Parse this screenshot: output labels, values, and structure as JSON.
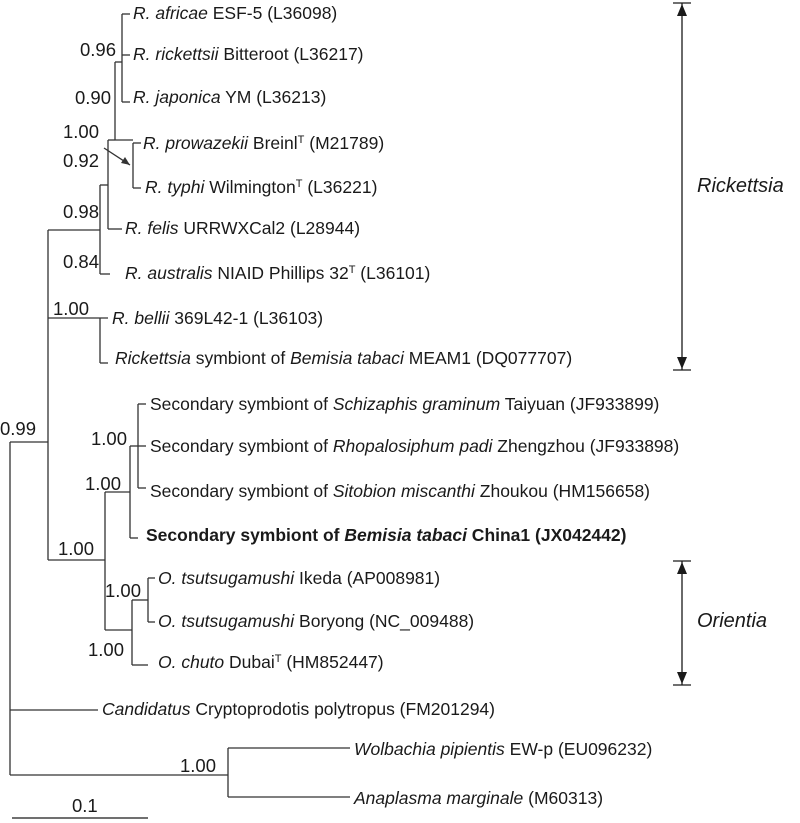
{
  "colors": {
    "line": "#333333",
    "text": "#1a1a1a",
    "background": "#ffffff"
  },
  "taxa": [
    {
      "parts": [
        {
          "t": "R. africae",
          "i": true
        },
        {
          "t": " ESF-5 (L36098)"
        }
      ]
    },
    {
      "parts": [
        {
          "t": "R. rickettsii",
          "i": true
        },
        {
          "t": " Bitteroot (L36217)"
        }
      ]
    },
    {
      "parts": [
        {
          "t": "R. japonica",
          "i": true
        },
        {
          "t": " YM (L36213)"
        }
      ]
    },
    {
      "parts": [
        {
          "t": "R. prowazekii",
          "i": true
        },
        {
          "t": " Breinl"
        },
        {
          "t": "T",
          "sup": true
        },
        {
          "t": " (M21789)"
        }
      ]
    },
    {
      "parts": [
        {
          "t": "R. typhi",
          "i": true
        },
        {
          "t": " Wilmington"
        },
        {
          "t": "T",
          "sup": true
        },
        {
          "t": " (L36221)"
        }
      ]
    },
    {
      "parts": [
        {
          "t": "R. felis",
          "i": true
        },
        {
          "t": " URRWXCal2 (L28944)"
        }
      ]
    },
    {
      "parts": [
        {
          "t": "R. australis",
          "i": true
        },
        {
          "t": " NIAID Phillips 32"
        },
        {
          "t": "T",
          "sup": true
        },
        {
          "t": " (L36101)"
        }
      ]
    },
    {
      "parts": [
        {
          "t": "R. bellii",
          "i": true
        },
        {
          "t": " 369L42-1 (L36103)"
        }
      ]
    },
    {
      "parts": [
        {
          "t": "Rickettsia",
          "i": true
        },
        {
          "t": " symbiont of "
        },
        {
          "t": "Bemisia tabaci",
          "i": true
        },
        {
          "t": " MEAM1 (DQ077707)"
        }
      ]
    },
    {
      "parts": [
        {
          "t": "Secondary symbiont of "
        },
        {
          "t": "Schizaphis graminum",
          "i": true
        },
        {
          "t": " Taiyuan (JF933899)"
        }
      ]
    },
    {
      "parts": [
        {
          "t": "Secondary symbiont of "
        },
        {
          "t": "Rhopalosiphum padi",
          "i": true
        },
        {
          "t": " Zhengzhou (JF933898)"
        }
      ]
    },
    {
      "parts": [
        {
          "t": "Secondary symbiont of "
        },
        {
          "t": "Sitobion miscanthi",
          "i": true
        },
        {
          "t": " Zhoukou (HM156658)"
        }
      ]
    },
    {
      "bold": true,
      "parts": [
        {
          "t": "Secondary symbiont of "
        },
        {
          "t": "Bemisia tabaci",
          "i": true
        },
        {
          "t": " China1 (JX042442)"
        }
      ]
    },
    {
      "parts": [
        {
          "t": "O. tsutsugamushi",
          "i": true
        },
        {
          "t": " Ikeda (AP008981)"
        }
      ]
    },
    {
      "parts": [
        {
          "t": "O. tsutsugamushi",
          "i": true
        },
        {
          "t": " Boryong (NC_009488)"
        }
      ]
    },
    {
      "parts": [
        {
          "t": "O. chuto",
          "i": true
        },
        {
          "t": " Dubai"
        },
        {
          "t": "T",
          "sup": true
        },
        {
          "t": " (HM852447)"
        }
      ]
    },
    {
      "parts": [
        {
          "t": "Candidatus",
          "i": true
        },
        {
          "t": " Cryptoprodotis polytropus (FM201294)"
        }
      ]
    },
    {
      "parts": [
        {
          "t": "Wolbachia pipientis",
          "i": true
        },
        {
          "t": " EW-p (EU096232)"
        }
      ]
    },
    {
      "parts": [
        {
          "t": "Anaplasma marginale",
          "i": true
        },
        {
          "t": " (M60313)"
        }
      ]
    }
  ],
  "supports": [
    "0.96",
    "0.90",
    "1.00",
    "0.92",
    "0.98",
    "0.84",
    "1.00",
    "1.00",
    "1.00",
    "1.00",
    "1.00",
    "1.00",
    "0.99",
    "1.00"
  ],
  "groups": [
    "Rickettsia",
    "Orientia"
  ],
  "scale_bar": {
    "label": "0.1",
    "value": 0.1
  }
}
